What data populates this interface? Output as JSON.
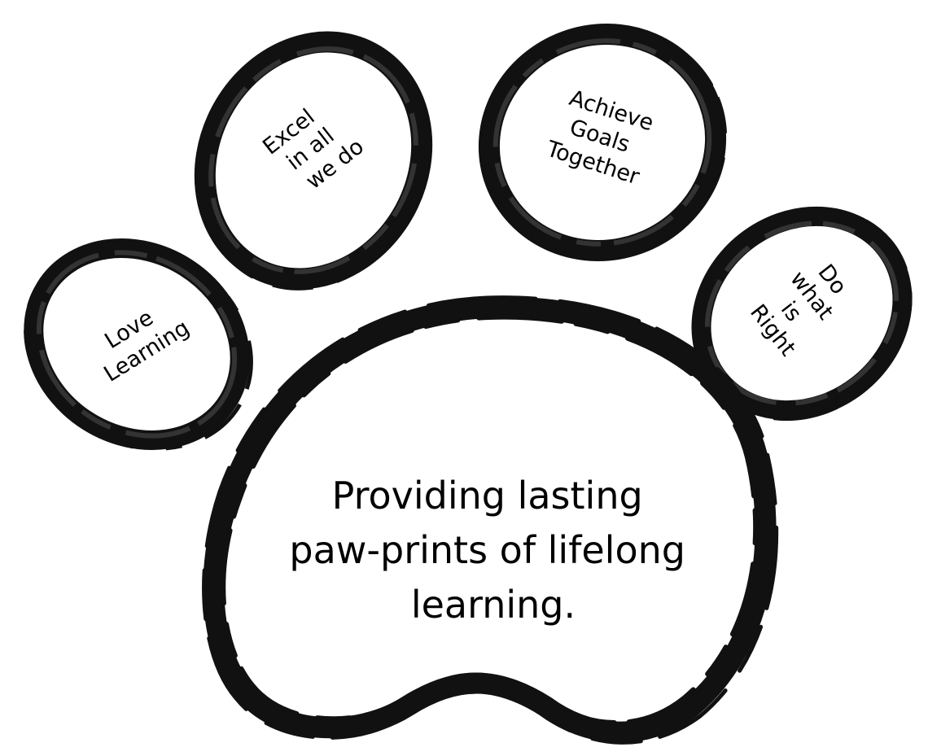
{
  "paw": {
    "ink_color": "#111111",
    "background_color": "#ffffff",
    "toes": [
      {
        "name": "toe-love-learning",
        "lines": [
          "Love",
          "Learning"
        ]
      },
      {
        "name": "toe-excel",
        "lines": [
          "Excel",
          "in all",
          "we do"
        ]
      },
      {
        "name": "toe-achieve-goals",
        "lines": [
          "Achieve",
          "Goals",
          "Together"
        ]
      },
      {
        "name": "toe-do-what-is-right",
        "lines": [
          "Do",
          "what",
          "is",
          "Right"
        ]
      }
    ],
    "pad": {
      "lines": [
        "Providing lasting",
        "paw-prints of lifelong",
        "learning."
      ]
    }
  }
}
